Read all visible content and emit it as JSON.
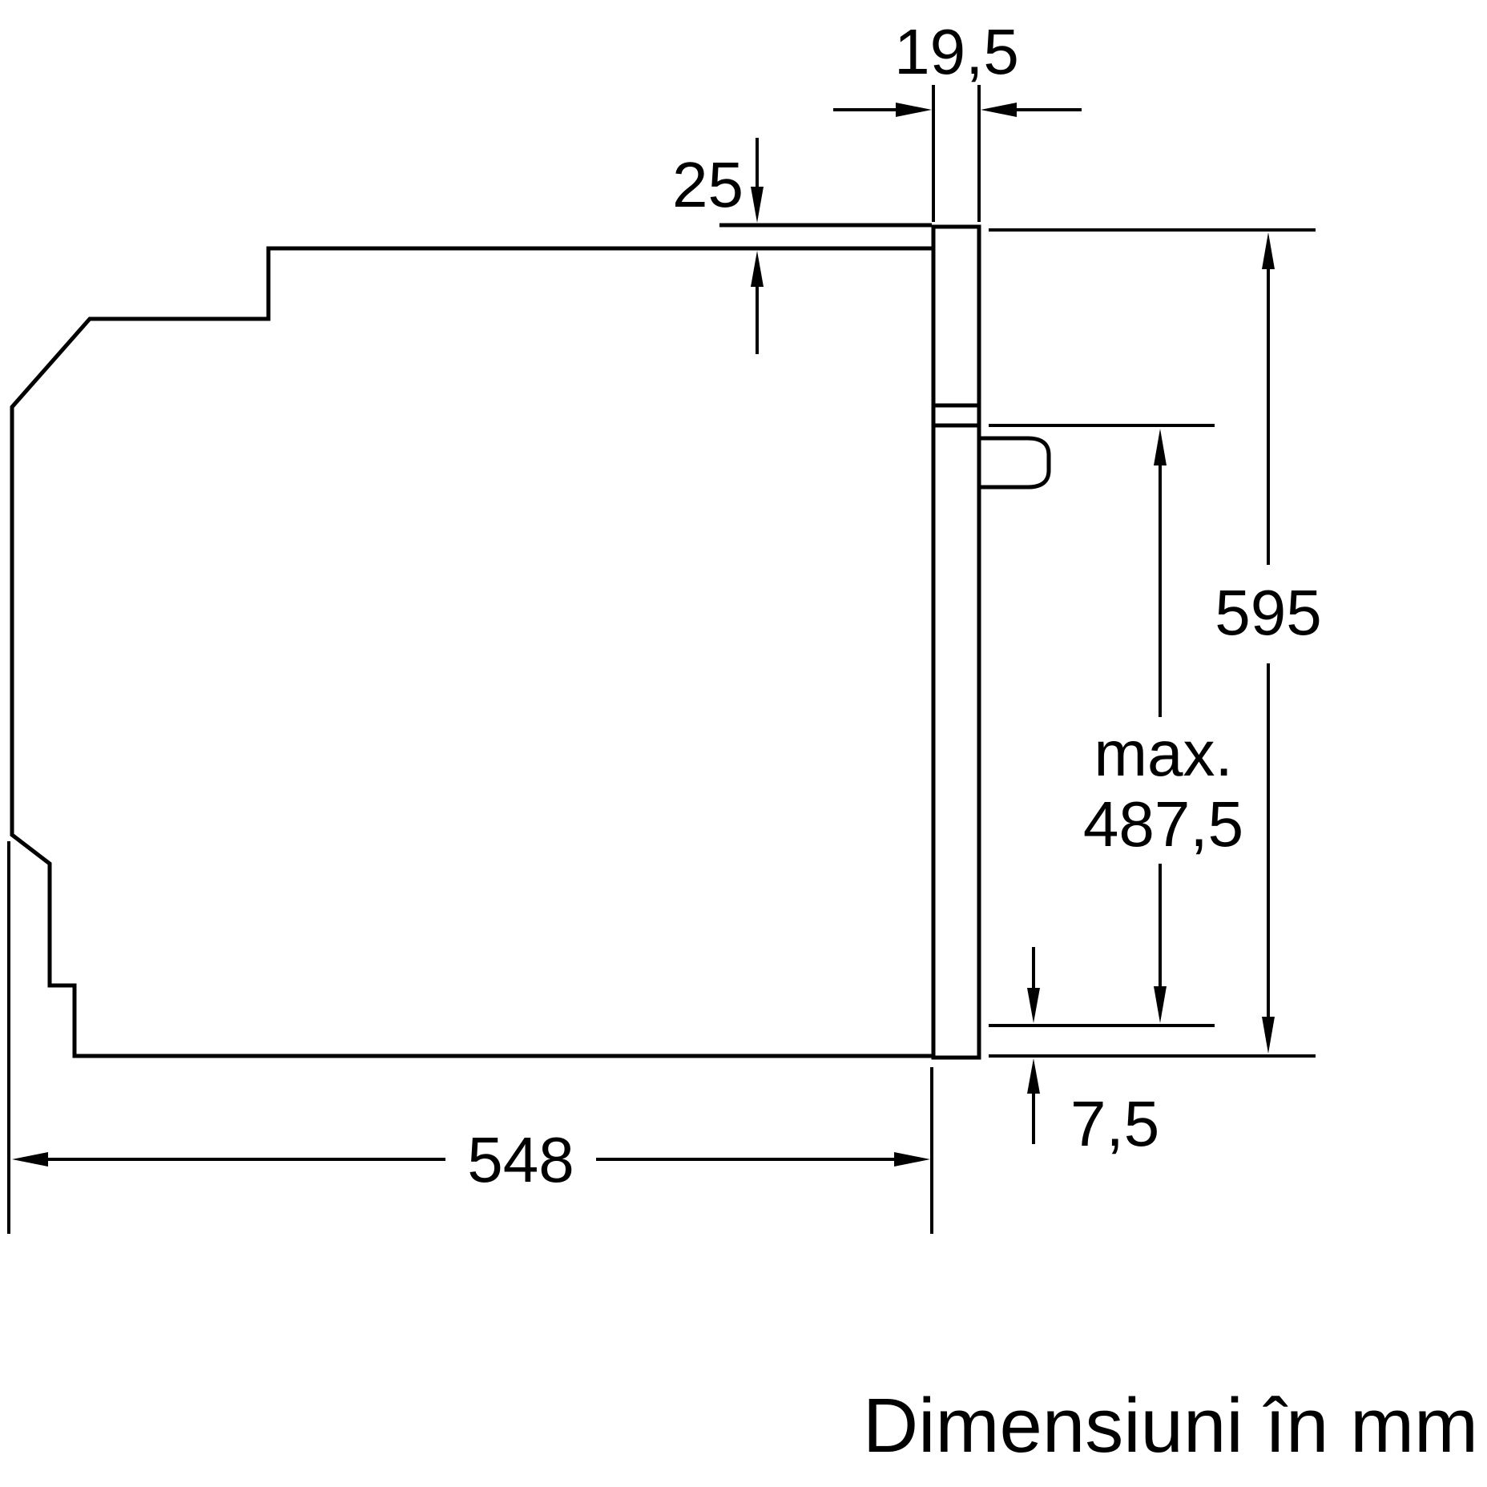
{
  "diagram": {
    "note": "Dimensiuni în mm",
    "dims": {
      "panel_gap": "19,5",
      "top_clearance": "25",
      "total_height": "595",
      "max_prefix": "max.",
      "max_value": "487,5",
      "bottom_clearance": "7,5",
      "depth": "548"
    },
    "colors": {
      "line": "#000000",
      "background": "#ffffff"
    }
  }
}
